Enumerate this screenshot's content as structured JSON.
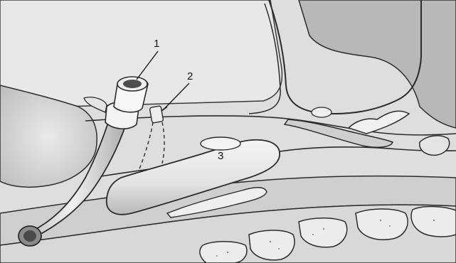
{
  "labels": {
    "one": "1",
    "two": "2",
    "three": "3"
  },
  "colors": {
    "background": "#ffffff",
    "tissue_light": "#e6e6e6",
    "tissue_mid": "#c9c9c9",
    "tissue_dark": "#8a8a8a",
    "line": "#2a2a2a"
  }
}
